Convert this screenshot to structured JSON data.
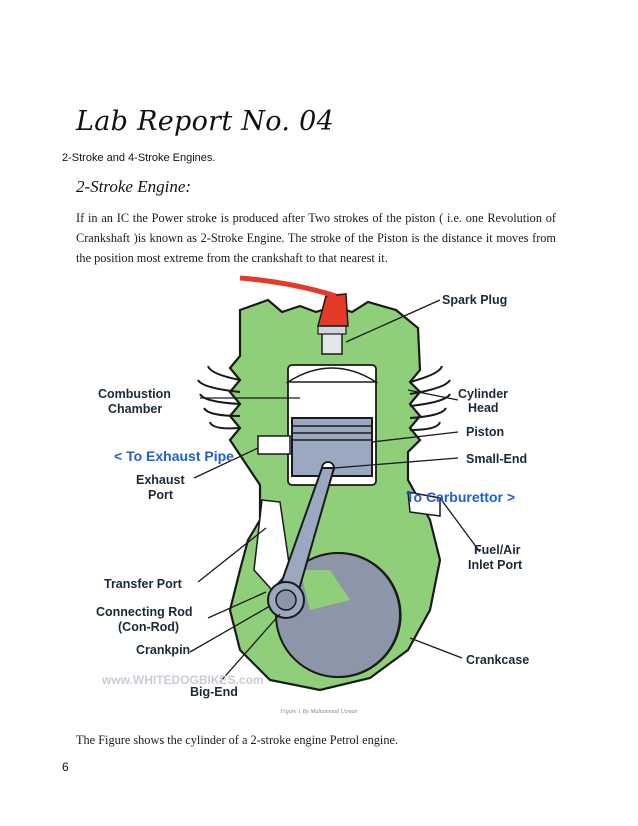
{
  "title": "Lab Report No. 04",
  "subtitle": "2-Stroke and 4-Stroke Engines.",
  "section_heading": "2-Stroke Engine:",
  "paragraph": "If in an IC the Power stroke is produced after Two strokes of the piston ( i.e. one Revolution of Crankshaft )is known as 2-Stroke Engine. The stroke of the Piston is the distance it moves from the position most extreme from the crankshaft to that nearest it.",
  "figure": {
    "labels": {
      "spark_plug": "Spark Plug",
      "combustion_chamber_1": "Combustion",
      "combustion_chamber_2": "Chamber",
      "cylinder_head_1": "Cylinder",
      "cylinder_head_2": "Head",
      "piston": "Piston",
      "to_exhaust_pipe": "< To Exhaust Pipe",
      "small_end": "Small-End",
      "exhaust_port_1": "Exhaust",
      "exhaust_port_2": "Port",
      "to_carburettor": "To Carburettor >",
      "fuel_air_inlet_1": "Fuel/Air",
      "fuel_air_inlet_2": "Inlet Port",
      "transfer_port": "Transfer Port",
      "connecting_rod_1": "Connecting Rod",
      "connecting_rod_2": "(Con-Rod)",
      "crankpin": "Crankpin",
      "crankcase": "Crankcase",
      "big_end": "Big-End",
      "watermark": "www.WHITEDOGBIKES.com"
    },
    "colors": {
      "engine_green": "#8fcf7a",
      "outline": "#1a1a1a",
      "piston_blue": "#9aa8c0",
      "spark_red": "#e53a2a",
      "label_blue": "#1f5fd6",
      "flywheel_gray": "#8d95a8"
    }
  },
  "caption": "Figure 1 By Muhammad Usman",
  "footer_text": "The Figure shows the cylinder of a 2-stroke engine Petrol engine.",
  "page_number": "6"
}
